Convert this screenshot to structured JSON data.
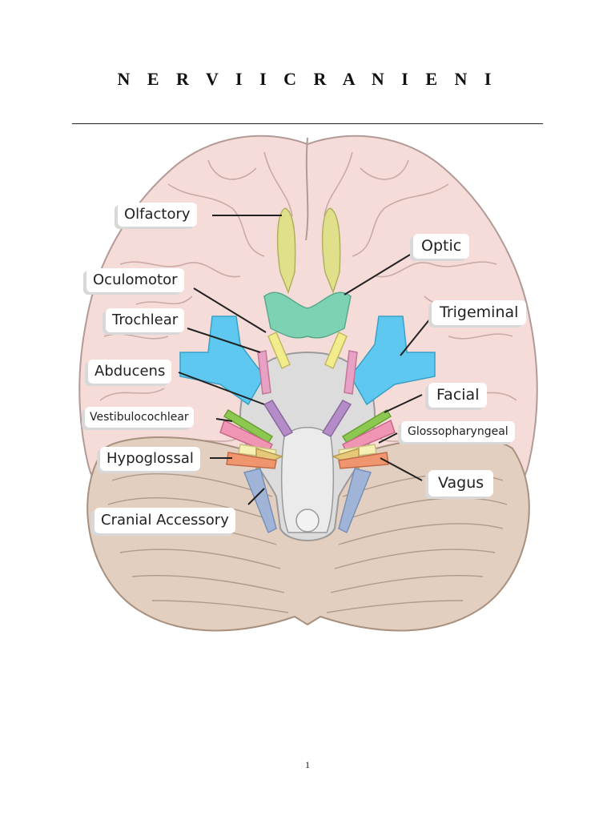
{
  "document": {
    "title": "N E R V I I   C R A N I E N I",
    "page_number": "1"
  },
  "labels": {
    "olfactory": "Olfactory",
    "optic": "Optic",
    "oculomotor": "Oculomotor",
    "trochlear": "Trochlear",
    "trigeminal": "Trigeminal",
    "abducens": "Abducens",
    "facial": "Facial",
    "vestibulocochlear": "Vestibulocochlear",
    "glossopharyngeal": "Glossopharyngeal",
    "hypoglossal": "Hypoglossal",
    "vagus": "Vagus",
    "cranial_accessory": "Cranial Accessory"
  },
  "colors": {
    "brain": "#f5dcd8",
    "brain_outline": "#b39a96",
    "cerebellum": "#e3cfc0",
    "brainstem": "#dcdcdc",
    "olfactory": "#e0e08a",
    "optic": "#7ed2b4",
    "oculomotor": "#f2ec8c",
    "trochlear": "#e8a0c4",
    "trigeminal": "#5ec8f0",
    "abducens": "#b48cc8",
    "facial": "#8cc850",
    "vestibulocochlear": "#f096b4",
    "glossopharyngeal": "#f5f0b4",
    "hypoglossal": "#f0966e",
    "vagus": "#e6c87a",
    "cranial_accessory": "#a0b4d8"
  }
}
